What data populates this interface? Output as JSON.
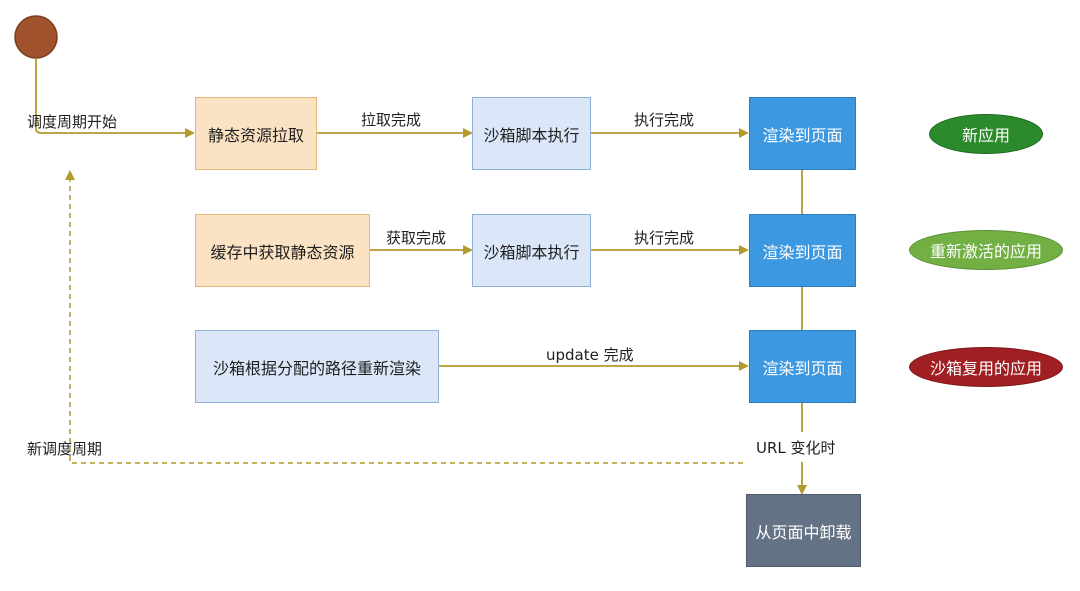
{
  "edges": {
    "cycle_start": "调度周期开始",
    "new_cycle": "新调度周期",
    "fetch_done": "拉取完成",
    "get_done": "获取完成",
    "exec_done_1": "执行完成",
    "exec_done_2": "执行完成",
    "update_done": "update 完成",
    "url_change": "URL 变化时"
  },
  "nodes": {
    "fetch_static": "静态资源拉取",
    "sandbox_exec_1": "沙箱脚本执行",
    "render_1": "渲染到页面",
    "cache_static": "缓存中获取静态资源",
    "sandbox_exec_2": "沙箱脚本执行",
    "render_2": "渲染到页面",
    "sandbox_rerender": "沙箱根据分配的路径重新渲染",
    "render_3": "渲染到页面",
    "unmount": "从页面中卸载"
  },
  "legend": [
    {
      "label": "新应用",
      "color": "#2b8a2b"
    },
    {
      "label": "重新激活的应用",
      "color": "#72b043"
    },
    {
      "label": "沙箱复用的应用",
      "color": "#a01f23"
    }
  ],
  "colors": {
    "start_node": "#a0522d",
    "flow_line": "#b39a2e"
  }
}
